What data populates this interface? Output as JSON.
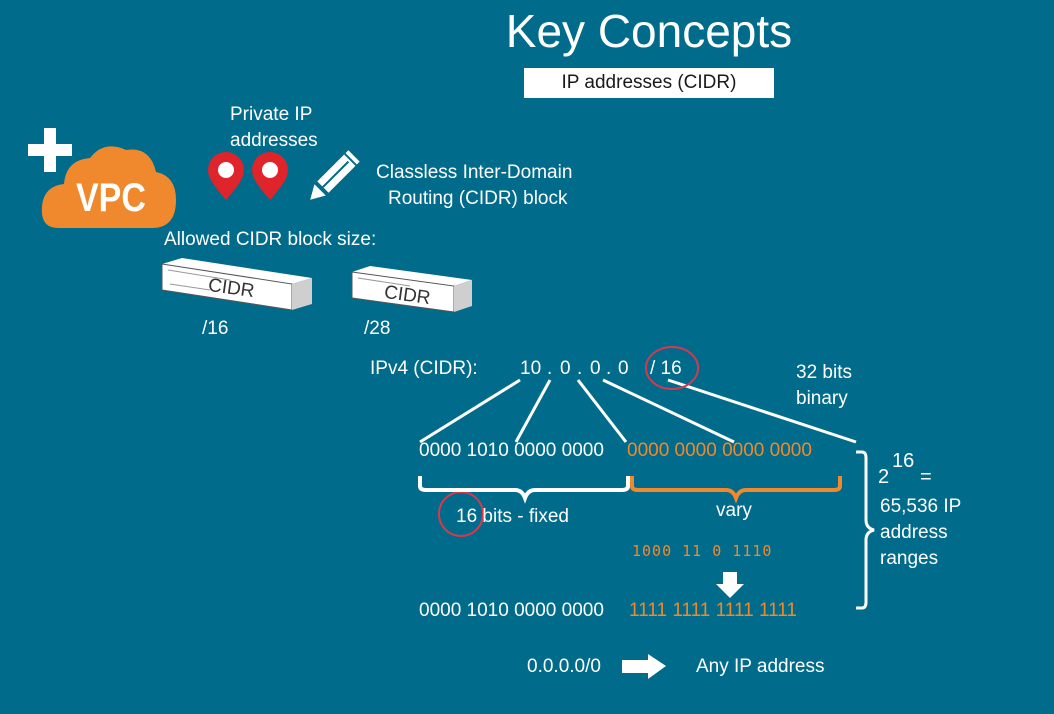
{
  "title": "Key Concepts",
  "subtitle": "IP addresses (CIDR)",
  "vpc_label": "VPC",
  "private_ip_label_line1": "Private IP",
  "private_ip_label_line2": "addresses",
  "cidr_block_label_line1": "Classless Inter-Domain",
  "cidr_block_label_line2": "Routing (CIDR) block",
  "allowed_size_label": "Allowed CIDR block size:",
  "blocks": [
    {
      "label": "CIDR",
      "size": "/16"
    },
    {
      "label": "CIDR",
      "size": "/28"
    }
  ],
  "ipv4": {
    "prefix": "IPv4  (CIDR):",
    "octets": [
      "10",
      "0",
      "0",
      "0"
    ],
    "separator": ".",
    "suffix": "/ 16"
  },
  "bits_note_line1": "32 bits",
  "bits_note_line2": "binary",
  "binary_fixed": "0000 1010 0000 0000",
  "binary_vary": "0000 0000 0000 0000",
  "fixed_label": "16 bits - fixed",
  "vary_label": "vary",
  "segment_digits": "1000    11    0  1110",
  "binary_fixed_2": "0000 1010 0000 0000",
  "binary_vary_2": "1111 1111 1111 1111",
  "power_base": "2",
  "power_exp": "16",
  "power_eq": "=",
  "ranges_line1": "65,536 IP",
  "ranges_line2": "address",
  "ranges_line3": "ranges",
  "any_cidr": "0.0.0.0/0",
  "any_label": "Any IP address",
  "colors": {
    "background": "#006b8a",
    "accent": "#f0892e",
    "pin": "#e0242b",
    "circle": "#d43a4f"
  }
}
